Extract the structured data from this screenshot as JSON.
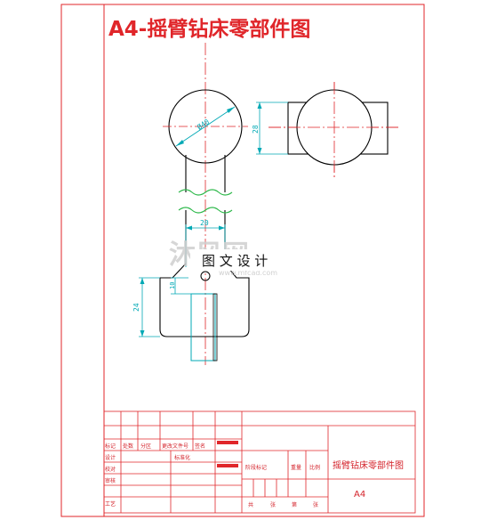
{
  "title": "A4-摇臂钻床零部件图",
  "watermark": {
    "logo_text": "沐风网",
    "domain_text": "www.mfcad.com",
    "caption": "图 文 设 计"
  },
  "dimensions": {
    "circle_diameter": "Ø40",
    "side_height": "28",
    "shaft_width": "20",
    "lower_height": "24",
    "small_height": "10"
  },
  "title_block": {
    "drawing_name": "摇臂钻床零部件图",
    "sheet_size": "A4",
    "labels": {
      "mark": "标记",
      "count": "处数",
      "zone": "分区",
      "change_doc": "更改文件号",
      "signature": "签名",
      "design": "设计",
      "standardize": "标准化",
      "check": "校对",
      "audit": "审核",
      "process": "工艺",
      "stage_mark": "阶段标记",
      "weight": "重量",
      "scale": "比例",
      "total": "共",
      "sheet_unit_1": "张",
      "page": "第",
      "sheet_unit_2": "张"
    }
  },
  "colors": {
    "frame": "#e0262a",
    "centerline": "#e0262a",
    "outline": "#000000",
    "dimension": "#00a9b5",
    "break_line": "#2db84a"
  }
}
